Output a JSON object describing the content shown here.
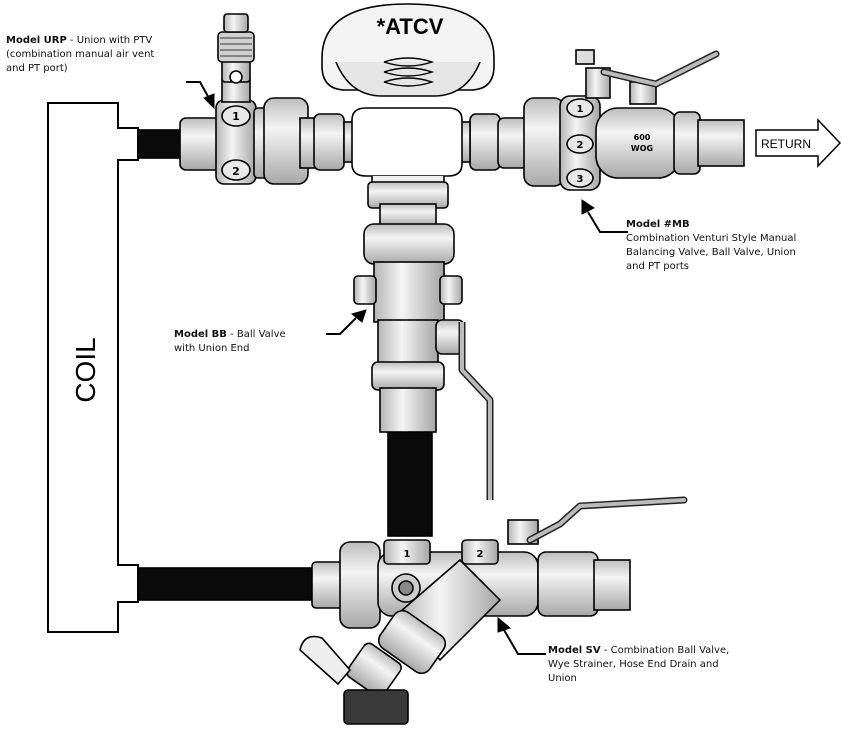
{
  "labels": {
    "atcv": "*ATCV",
    "coil": "COIL",
    "return": "RETURN",
    "wog": "600\nWOG",
    "port1": "1",
    "port2": "2",
    "port3": "3"
  },
  "callouts": {
    "urp": {
      "model": "Model URP",
      "dash": " - ",
      "desc_line1": "Union with PTV",
      "desc_line2": "(combination manual air vent",
      "desc_line3": "and PT port)"
    },
    "mb": {
      "model": "Model #MB",
      "desc_line1": "Combination Venturi Style Manual",
      "desc_line2": "Balancing Valve, Ball Valve, Union",
      "desc_line3": "and PT ports"
    },
    "bb": {
      "model": "Model BB",
      "dash": " - ",
      "desc_line1": "Ball Valve",
      "desc_line2": "with Union End"
    },
    "sv": {
      "model": "Model SV",
      "dash": " - ",
      "desc_line1": "Combination Ball Valve,",
      "desc_line2": "Wye Strainer, Hose End Drain and",
      "desc_line3": "Union"
    }
  },
  "colors": {
    "metal": "#e6e6e6",
    "metal_dark": "#c8c8c8",
    "outline": "#000000",
    "pipe": "#0a0a0a"
  }
}
